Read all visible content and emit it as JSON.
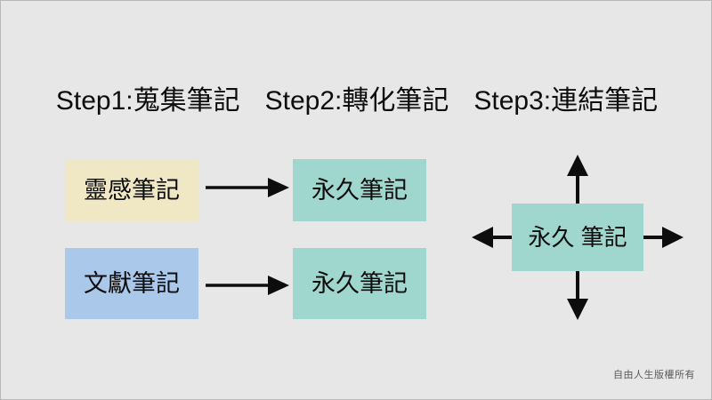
{
  "slide": {
    "background_color": "#e7e7e7",
    "border_color": "#b9b9b9",
    "credit": "自由人生版權所有"
  },
  "headings": [
    {
      "id": "step1",
      "label": "Step1:蒐集筆記"
    },
    {
      "id": "step2",
      "label": "Step2:轉化筆記"
    },
    {
      "id": "step3",
      "label": "Step3:連結筆記"
    }
  ],
  "boxes": {
    "inspiration_note": {
      "label": "靈感筆記",
      "color": "#f0e8c5"
    },
    "literature_note": {
      "label": "文獻筆記",
      "color": "#a9c8ea"
    },
    "permanent_note_1": {
      "label": "永久筆記",
      "color": "#9fd6cd"
    },
    "permanent_note_2": {
      "label": "永久筆記",
      "color": "#9fd6cd"
    },
    "permanent_note_hub": {
      "label": "永久 筆記",
      "color": "#9fd6cd"
    }
  },
  "arrows": {
    "color": "#0d0d0d",
    "inspiration_to_permanent": "arrow-right-icon",
    "literature_to_permanent": "arrow-right-icon",
    "hub_up": "arrow-up-icon",
    "hub_down": "arrow-down-icon",
    "hub_left": "arrow-left-icon",
    "hub_right": "arrow-right-icon"
  }
}
